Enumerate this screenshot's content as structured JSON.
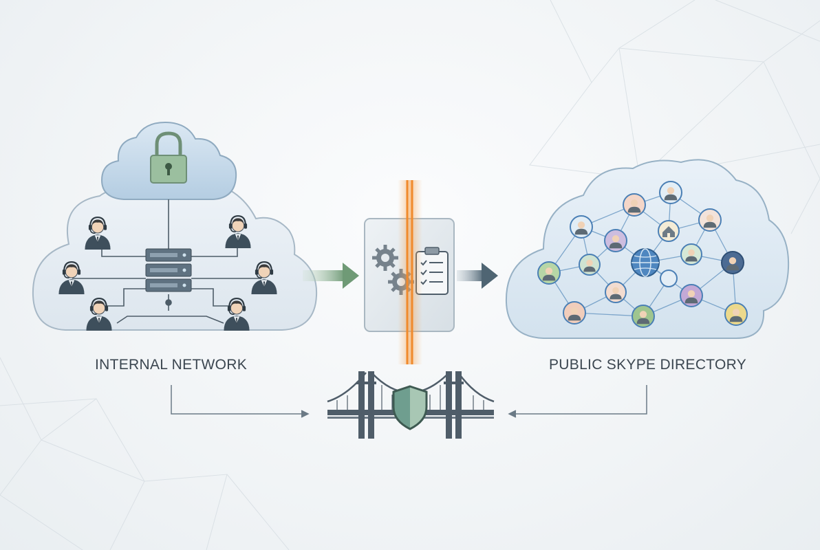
{
  "labels": {
    "internal": "INTERNAL NETWORK",
    "public": "PUBLIC SKYPE DIRECTORY"
  },
  "icons": {
    "secure_cloud": "padlock-icon",
    "server": "server-rack-icon",
    "agents": "headset-agent-icon",
    "processing": "gears-icon",
    "policy": "clipboard-checklist-icon",
    "firewall": "firewall-line",
    "directory_center": "globe-icon",
    "directory_home": "home-icon",
    "bridge": "bridge-icon",
    "shield": "shield-icon"
  },
  "colors": {
    "cloud_fill": "#e6eef5",
    "cloud_stroke": "#9fb3c3",
    "lock_cloud_fill": "#c6dbec",
    "lock_green": "#86b08c",
    "firewall_orange": "#f08a2c",
    "arrow_green": "#7fa884",
    "arrow_slate": "#5e7382",
    "node_blue": "#4a7fb5",
    "line_grey": "#6b7a86"
  }
}
